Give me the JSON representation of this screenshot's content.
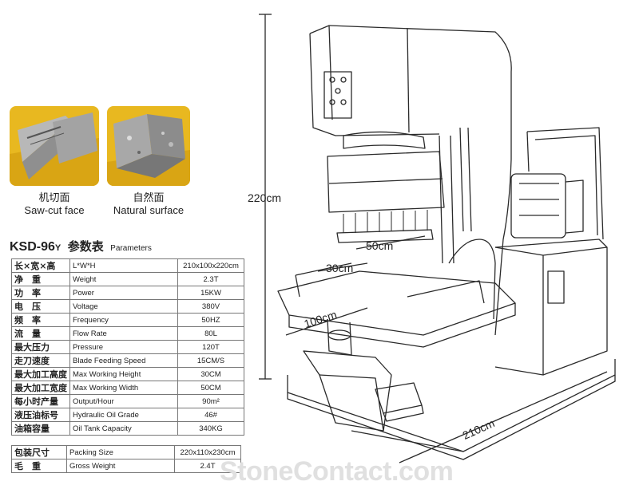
{
  "samples": [
    {
      "label_zh": "机切面",
      "label_en": "Saw-cut face",
      "icon": "saw-cut-stone-photo"
    },
    {
      "label_zh": "自然面",
      "label_en": "Natural surface",
      "icon": "natural-stone-photo"
    }
  ],
  "model": {
    "code": "KSD-96",
    "suffix": "Y",
    "title_zh": "参数表",
    "title_en": "Parameters"
  },
  "params": [
    {
      "zh": "长×宽×高",
      "en": "L*W*H",
      "value": "210x100x220cm"
    },
    {
      "zh": "净　重",
      "en": "Weight",
      "value": "2.3T"
    },
    {
      "zh": "功　率",
      "en": "Power",
      "value": "15KW"
    },
    {
      "zh": "电　压",
      "en": "Voltage",
      "value": "380V"
    },
    {
      "zh": "频　率",
      "en": "Frequency",
      "value": "50HZ"
    },
    {
      "zh": "流　量",
      "en": "Flow Rate",
      "value": "80L"
    },
    {
      "zh": "最大压力",
      "en": "Pressure",
      "value": "120T"
    },
    {
      "zh": "走刀速度",
      "en": "Blade Feeding Speed",
      "value": "15CM/S"
    },
    {
      "zh": "最大加工高度",
      "en": "Max Working Height",
      "value": "30CM"
    },
    {
      "zh": "最大加工宽度",
      "en": "Max Working Width",
      "value": "50CM"
    },
    {
      "zh": "每小时产量",
      "en": "Output/Hour",
      "value": "90m²"
    },
    {
      "zh": "液压油标号",
      "en": "Hydraulic Oil Grade",
      "value": "46#"
    },
    {
      "zh": "油箱容量",
      "en": "Oil Tank Capacity",
      "value": "340KG"
    }
  ],
  "packing": [
    {
      "zh": "包装尺寸",
      "en": "Packing Size",
      "value": "220x110x230cm"
    },
    {
      "zh": "毛　重",
      "en": "Gross Weight",
      "value": "2.4T"
    }
  ],
  "dimensions": {
    "height": "220cm",
    "blade_width": "50cm",
    "blade_depth": "30cm",
    "table_depth": "100cm",
    "length": "210cm"
  },
  "watermark": "StoneContact.com",
  "colors": {
    "line": "#2a2a2a",
    "photo_yellow": "#e8b820",
    "photo_stone": "#9a9a9a"
  }
}
